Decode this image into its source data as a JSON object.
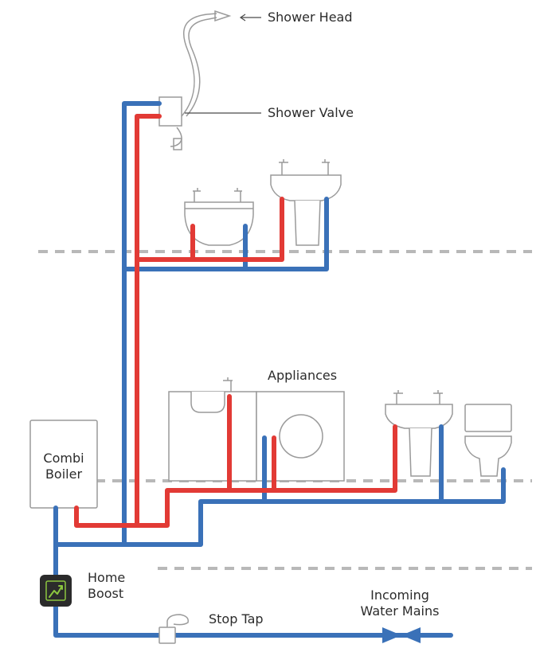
{
  "labels": {
    "shower_head": "Shower Head",
    "shower_valve": "Shower Valve",
    "appliances": "Appliances",
    "combi_boiler_line1": "Combi",
    "combi_boiler_line2": "Boiler",
    "home_boost_line1": "Home",
    "home_boost_line2": "Boost",
    "stop_tap": "Stop Tap",
    "incoming_line1": "Incoming",
    "incoming_line2": "Water Mains"
  },
  "colors": {
    "cold_pipe": "#3a71b8",
    "hot_pipe": "#e23a35",
    "outline": "#9a9a9a",
    "floor_dash": "#b8b8b8",
    "boost_box": "#2b2b2b",
    "boost_icon": "#8cc63f",
    "text": "#2b2b2b"
  }
}
